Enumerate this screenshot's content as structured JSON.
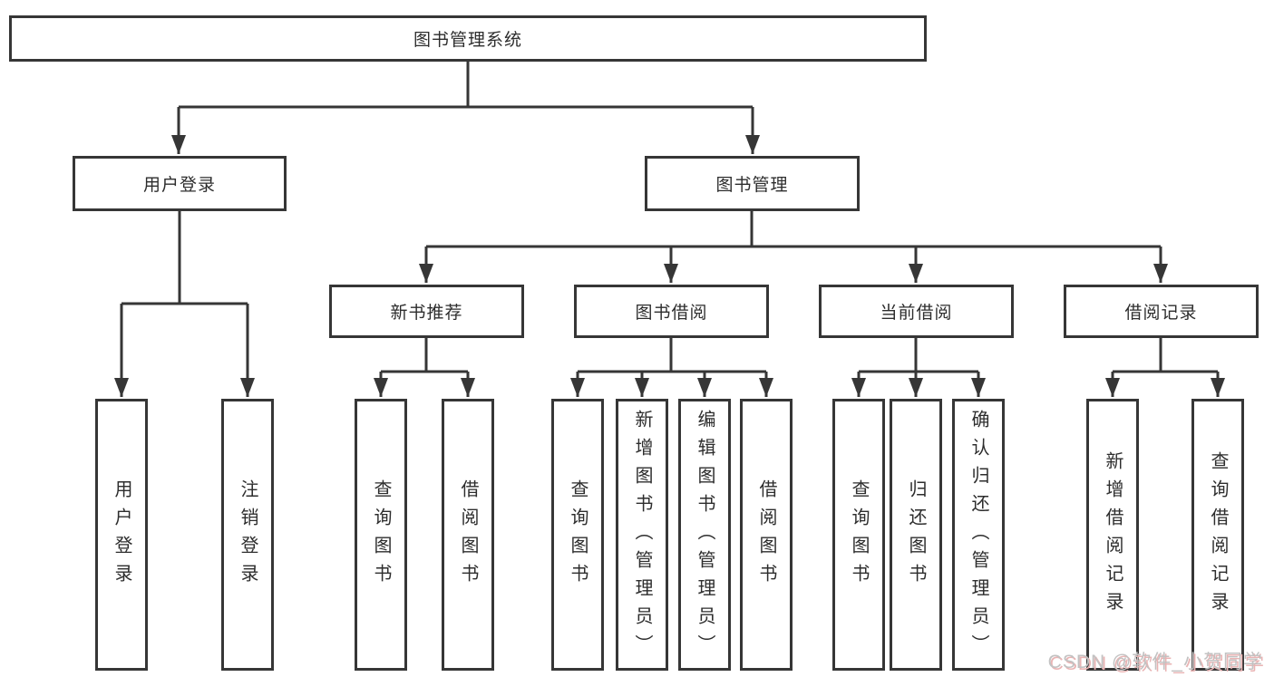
{
  "diagram": {
    "root": {
      "label": "图书管理系统"
    },
    "branches": {
      "user_login": {
        "label": "用户登录",
        "children": [
          {
            "label": "用户登录"
          },
          {
            "label": "注销登录"
          }
        ]
      },
      "book_management": {
        "label": "图书管理",
        "children": {
          "new_book_recommend": {
            "label": "新书推荐",
            "children": [
              {
                "label": "查询图书"
              },
              {
                "label": "借阅图书"
              }
            ]
          },
          "book_borrow": {
            "label": "图书借阅",
            "children": [
              {
                "label": "查询图书"
              },
              {
                "label": "新增图书（管理员）"
              },
              {
                "label": "编辑图书（管理员）"
              },
              {
                "label": "借阅图书"
              }
            ]
          },
          "current_borrow": {
            "label": "当前借阅",
            "children": [
              {
                "label": "查询图书"
              },
              {
                "label": "归还图书"
              },
              {
                "label": "确认归还（管理员）"
              }
            ]
          },
          "borrow_record": {
            "label": "借阅记录",
            "children": [
              {
                "label": "新增借阅记录"
              },
              {
                "label": "查询借阅记录"
              }
            ]
          }
        }
      }
    },
    "watermark": "CSDN @软件_小贺同学",
    "colors": {
      "line": "#363636",
      "text": "#2d2d2d",
      "box_background": "#ffffff",
      "watermark_text": "#c2c2c2",
      "watermark_shadow": "#e9b3b3"
    }
  }
}
